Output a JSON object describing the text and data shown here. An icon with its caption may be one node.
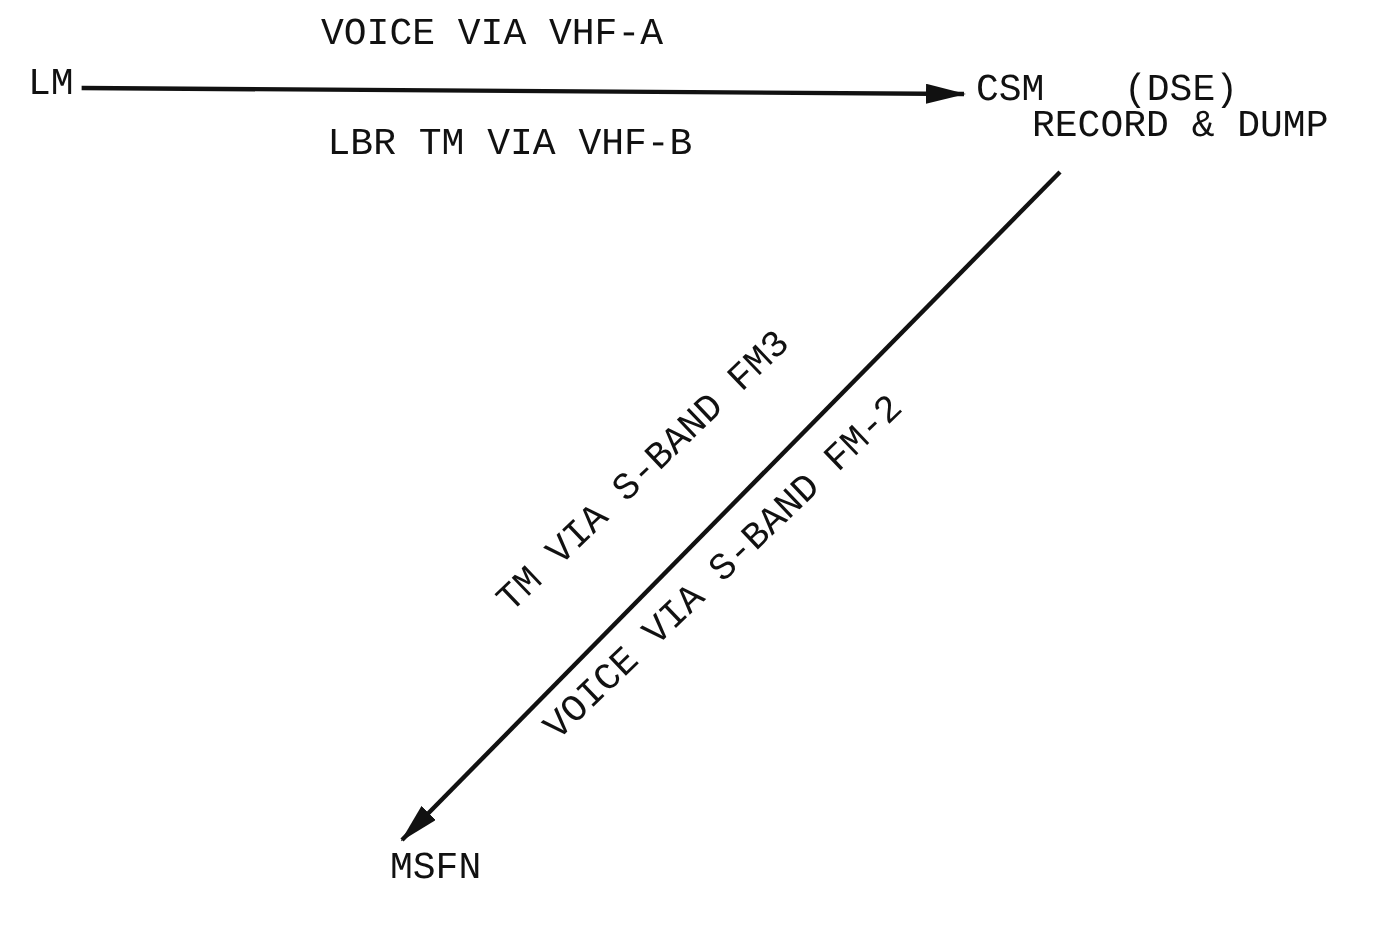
{
  "diagram": {
    "nodes": [
      {
        "text": [
          "LM"
        ]
      },
      {
        "text": [
          "CSM"
        ],
        "beside": [
          "(DSE)",
          "RECORD & DUMP"
        ]
      },
      {
        "text": [
          "MSFN"
        ]
      }
    ],
    "edges": [
      {
        "from": 0,
        "to": 1,
        "arrow": "to",
        "label": "VOICE VIA VHF-A"
      },
      {
        "from": 1,
        "to": 2,
        "arrow": "to",
        "label": "TM VIA S-BAND FM3"
      }
    ],
    "labels": [
      "LBR TM VIA VHF-B",
      "VOICE VIA S-BAND FM-2"
    ]
  }
}
